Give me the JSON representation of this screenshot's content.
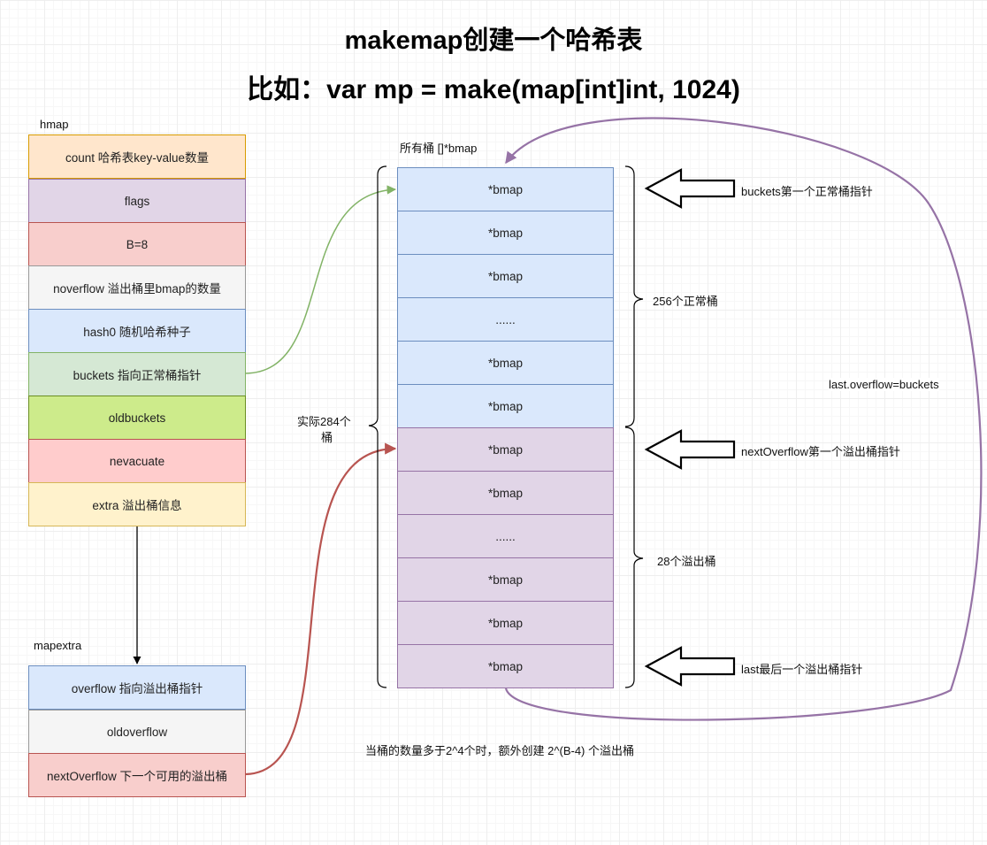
{
  "title": "makemap创建一个哈希表",
  "subtitle": "比如：var mp = make(map[int]int, 1024)",
  "hmap": {
    "label": "hmap",
    "fields": [
      "count 哈希表key-value数量",
      "flags",
      "B=8",
      "noverflow 溢出桶里bmap的数量",
      "hash0 随机哈希种子",
      "buckets 指向正常桶指针",
      "oldbuckets",
      "nevacuate",
      "extra 溢出桶信息"
    ]
  },
  "mapextra": {
    "label": "mapextra",
    "fields": [
      "overflow 指向溢出桶指针",
      "oldoverflow",
      "nextOverflow 下一个可用的溢出桶"
    ]
  },
  "buckets": {
    "label": "所有桶 []*bmap",
    "normal": [
      "*bmap",
      "*bmap",
      "*bmap",
      "......",
      "*bmap",
      "*bmap"
    ],
    "overflow": [
      "*bmap",
      "*bmap",
      "......",
      "*bmap",
      "*bmap",
      "*bmap"
    ]
  },
  "annotations": {
    "total_line1": "实际284个",
    "total_line2": "桶",
    "normal_count": "256个正常桶",
    "overflow_count": "28个溢出桶",
    "buckets_ptr": "buckets第一个正常桶指针",
    "next_overflow_ptr": "nextOverflow第一个溢出桶指针",
    "last_ptr": "last最后一个溢出桶指针",
    "last_overflow": "last.overflow=buckets",
    "note": "当桶的数量多于2^4个时，额外创建 2^(B-4) 个溢出桶"
  },
  "colors": {
    "blue": "#dae8fc",
    "purple": "#e1d5e7",
    "green_arrow": "#82b366",
    "red_arrow": "#b85450",
    "purple_arrow": "#9673a6"
  }
}
